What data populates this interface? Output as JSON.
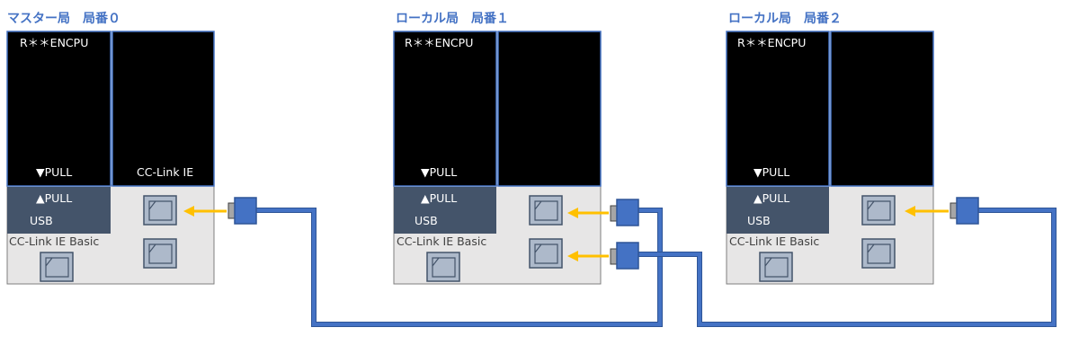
{
  "colors": {
    "title": "#4472C4",
    "black_panel": "#000000",
    "panel_border": "#4472C4",
    "usb_panel": "#44546A",
    "base_panel": "#E7E6E6",
    "base_border": "#7F7F7F",
    "port_fill": "#ADB9CA",
    "port_border": "#44546A",
    "cable": "#4472C4",
    "cable_dark": "#2F5597",
    "arrow": "#FFC000",
    "connector_tip": "#A6A6A6"
  },
  "stations": [
    {
      "title": "マスター局　局番０",
      "cpu_label": "R＊＊ENCPU",
      "pull_down_label": "▼PULL",
      "pull_up_label": "▲PULL",
      "usb_label": "USB",
      "module_label": "CC-Link IE",
      "basic_label": "CC-Link IE Basic"
    },
    {
      "title": "ローカル局　局番１",
      "cpu_label": "R＊＊ENCPU",
      "pull_down_label": "▼PULL",
      "pull_up_label": "▲PULL",
      "usb_label": "USB",
      "module_label": "",
      "basic_label": "CC-Link IE Basic"
    },
    {
      "title": "ローカル局　局番２",
      "cpu_label": "R＊＊ENCPU",
      "pull_down_label": "▼PULL",
      "pull_up_label": "▲PULL",
      "usb_label": "USB",
      "module_label": "",
      "basic_label": "CC-Link IE Basic"
    }
  ]
}
